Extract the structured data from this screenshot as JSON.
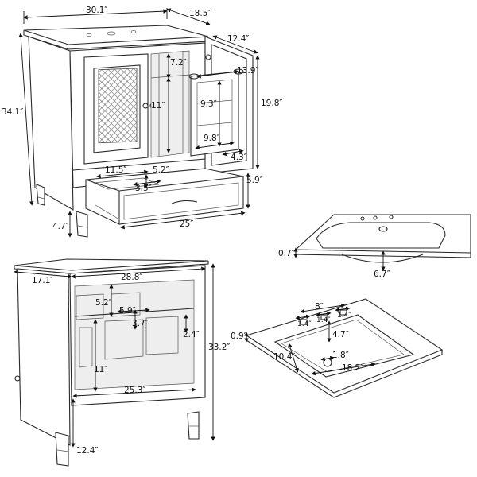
{
  "dimensions": {
    "top_width": "30.1″",
    "top_depth": "18.5″",
    "total_height": "34.1″",
    "cabinet_depth_upper": "12.4″",
    "shelf_gap_top": "7.2″",
    "shelf_width": "13.9″",
    "door_side_height": "19.8″",
    "shelf_depth": "9.3″",
    "inner_height": "11″",
    "shelf_bottom_width": "9.8″",
    "shelf_side_depth": "4.3″",
    "drawer_width_left": "11.5″",
    "drawer_divider": "5.2″",
    "drawer_height": "5.9″",
    "drawer_inner_depth": "3.5″",
    "leg_height": "4.7″",
    "drawer_width": "25″",
    "sink_rim_height": "0.7″",
    "sink_bowl_depth": "6.7″",
    "back_side_depth": "17.1″",
    "back_width": "28.8″",
    "back_upper_gap": "5.2″",
    "back_shelf_width": "5.9″",
    "back_shelf_depth": "3.7″",
    "back_small_gap": "2.4″",
    "back_height": "33.2″",
    "back_inner_height": "11″",
    "back_inner_width": "25.3″",
    "back_leg_depth": "12.4″",
    "faucet_spacing": "8″",
    "hole_dia_left": "1.4″",
    "hole_dia_mid": "1.4″",
    "hole_dia_right": "1.4″",
    "top_thickness": "0.9″",
    "bowl_front_gap": "4.7″",
    "bowl_depth": "10.4″",
    "drain_dia": "1.8″",
    "bowl_width": "18.2″"
  },
  "colors": {
    "line": "#2a2a2a",
    "text": "#111111",
    "background": "#ffffff"
  }
}
